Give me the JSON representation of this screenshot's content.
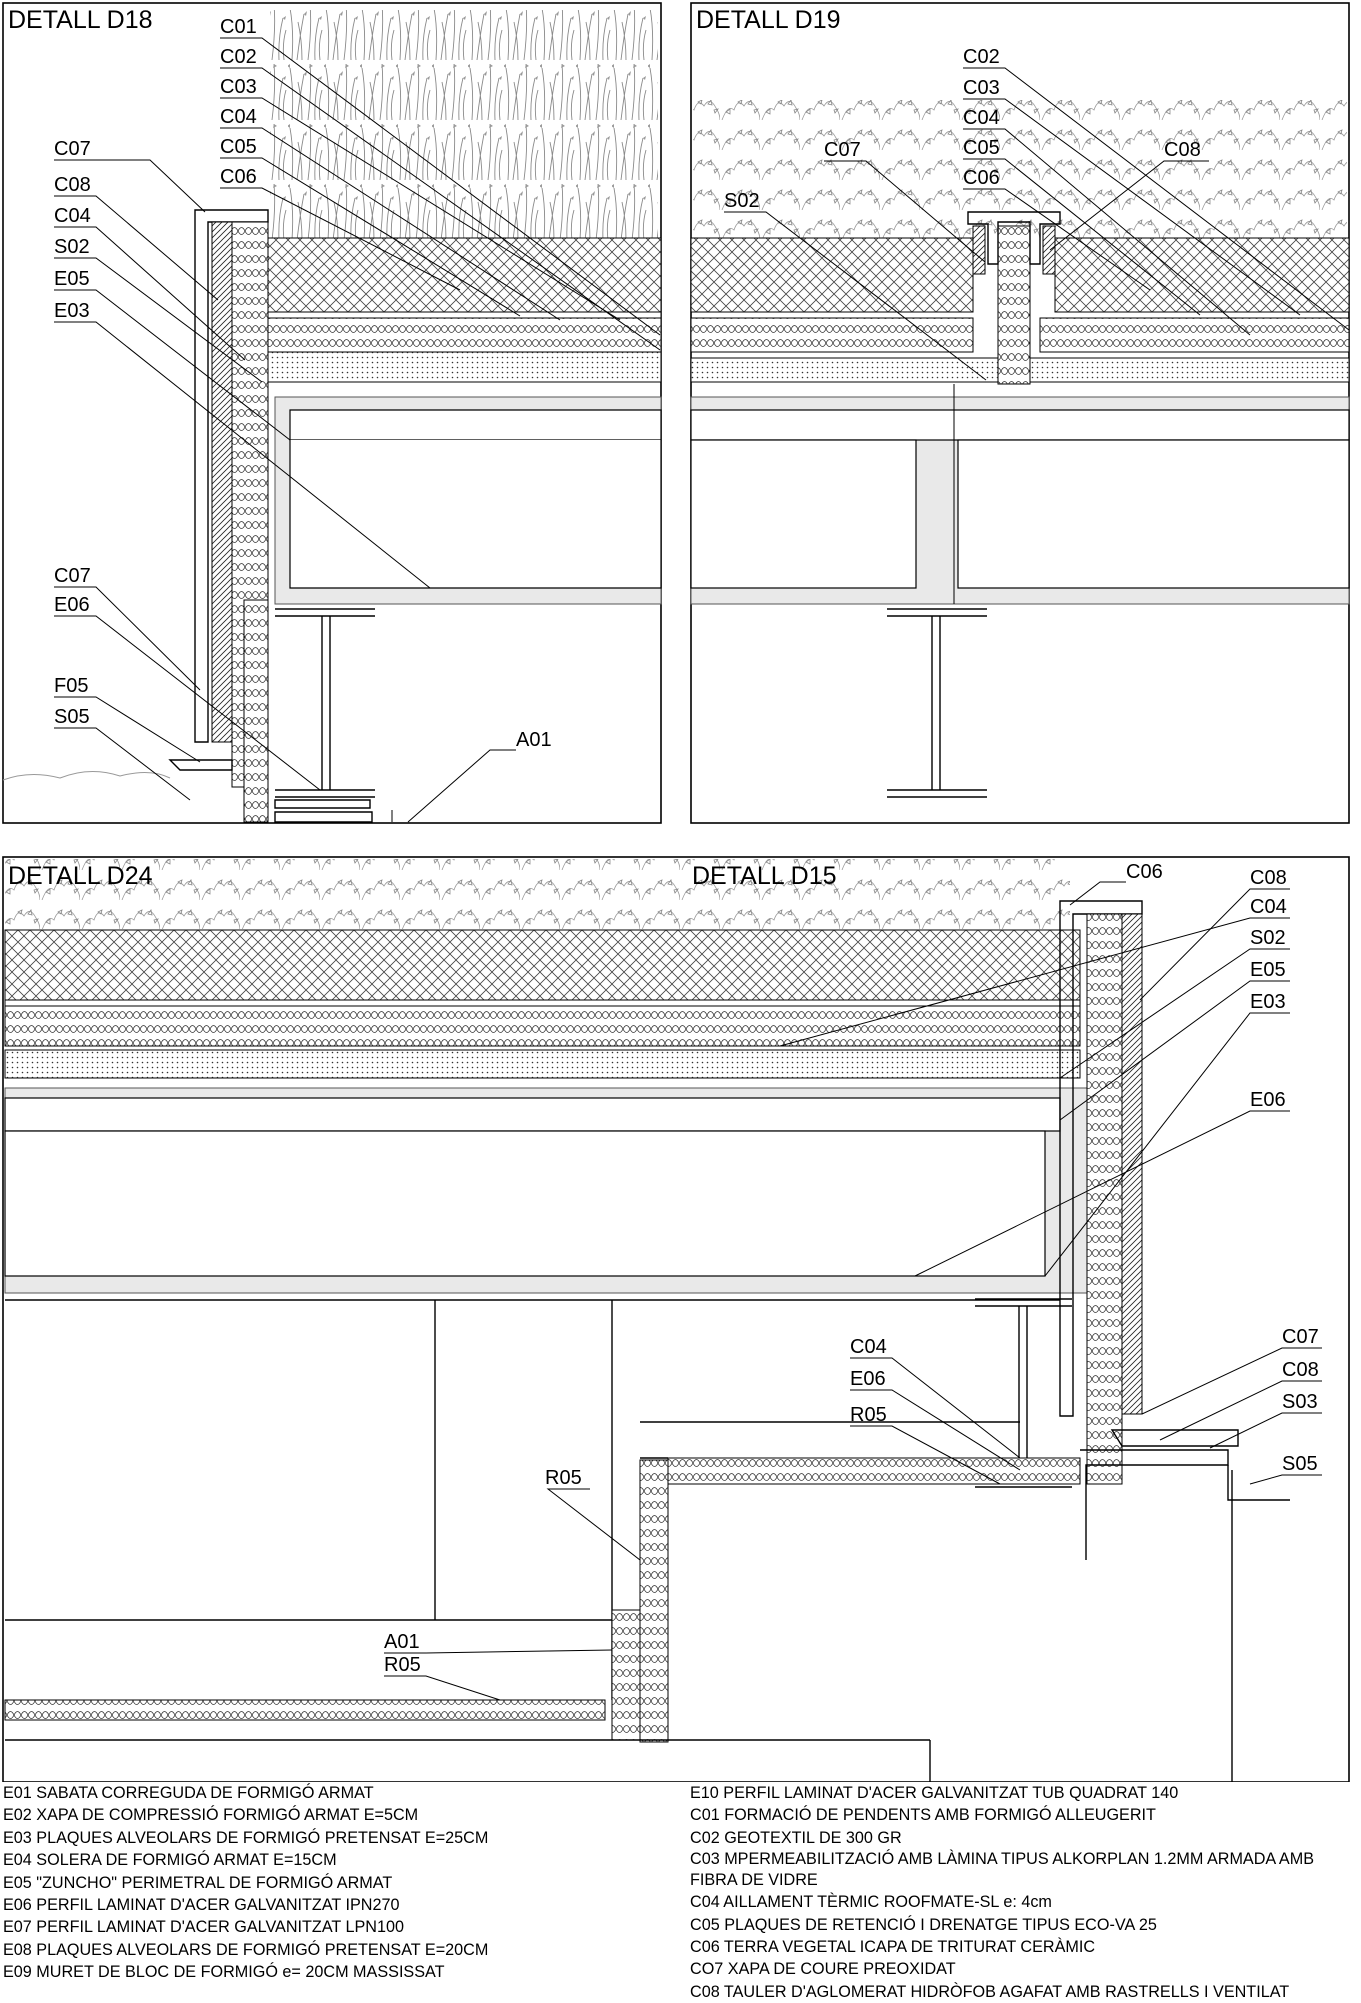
{
  "panels": {
    "d18": {
      "title": "DETALL D18",
      "labels": [
        "C01",
        "C02",
        "C03",
        "C04",
        "C05",
        "C06",
        "C07",
        "C08",
        "C04",
        "S02",
        "E05",
        "E03",
        "C07",
        "E06",
        "F05",
        "S05",
        "A01"
      ]
    },
    "d19": {
      "title": "DETALL D19",
      "labels": [
        "C02",
        "C03",
        "C04",
        "C05",
        "C06",
        "C07",
        "C08",
        "S02"
      ]
    },
    "d24": {
      "title": "DETALL D24",
      "labels": [
        "R05",
        "A01",
        "R05"
      ]
    },
    "d15": {
      "title": "DETALL D15",
      "labels": [
        "C06",
        "C08",
        "C04",
        "S02",
        "E05",
        "E03",
        "E06",
        "C04",
        "E06",
        "R05",
        "C07",
        "C08",
        "S03",
        "S05"
      ]
    }
  },
  "legend": {
    "left": [
      "E01 SABATA CORREGUDA DE FORMIGÓ ARMAT",
      "E02 XAPA DE COMPRESSIÓ FORMIGÓ ARMAT E=5CM",
      "E03 PLAQUES ALVEOLARS DE FORMIGÓ PRETENSAT E=25CM",
      "E04 SOLERA DE FORMIGÓ ARMAT E=15CM",
      "E05 \"ZUNCHO\" PERIMETRAL DE FORMIGÓ ARMAT",
      "E06 PERFIL LAMINAT D'ACER GALVANITZAT IPN270",
      "E07 PERFIL LAMINAT D'ACER GALVANITZAT LPN100",
      "E08 PLAQUES ALVEOLARS DE FORMIGÓ PRETENSAT E=20CM",
      "E09 MURET DE BLOC DE FORMIGÓ e= 20CM MASSISSAT"
    ],
    "right": [
      "E10 PERFIL LAMINAT D'ACER GALVANITZAT TUB QUADRAT 140",
      "C01 FORMACIÓ DE PENDENTS AMB FORMIGÓ ALLEUGERIT",
      "C02 GEOTEXTIL DE 300 GR",
      "C03 MPERMEABILITZACIÓ AMB LÀMINA TIPUS ALKORPLAN 1.2MM ARMADA AMB FIBRA DE VIDRE",
      "C04 AILLAMENT TÈRMIC ROOFMATE-SL e: 4cm",
      "C05 PLAQUES DE RETENCIÓ I DRENATGE TIPUS ECO-VA 25",
      "C06 TERRA VEGETAL ICAPA DE TRITURAT CERÀMIC",
      "CO7 XAPA DE COURE PREOXIDAT",
      "C08 TAULER D'AGLOMERAT HIDRÒFOB AGAFAT AMB RASTRELLS I VENTILAT"
    ]
  }
}
